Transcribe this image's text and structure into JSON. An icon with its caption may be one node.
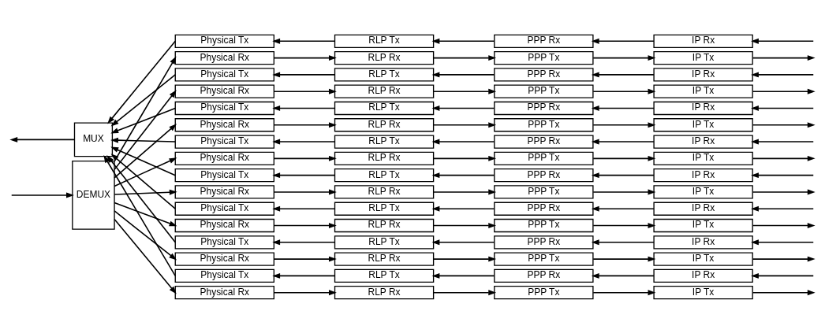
{
  "diagram": {
    "nodes": [
      {
        "text": [
          "MUX"
        ]
      },
      {
        "text": [
          "DEMUX"
        ]
      },
      {
        "text": [
          "Physical Tx"
        ]
      },
      {
        "text": [
          "RLP Tx"
        ]
      },
      {
        "text": [
          "PPP Rx"
        ]
      },
      {
        "text": [
          "IP Rx"
        ]
      },
      {
        "text": [
          "Physical Rx"
        ]
      },
      {
        "text": [
          "RLP Rx"
        ]
      },
      {
        "text": [
          "PPP Tx"
        ]
      },
      {
        "text": [
          "IP Tx"
        ]
      },
      {
        "text": [
          "Physical Tx"
        ]
      },
      {
        "text": [
          "RLP Tx"
        ]
      },
      {
        "text": [
          "PPP Rx"
        ]
      },
      {
        "text": [
          "IP Rx"
        ]
      },
      {
        "text": [
          "Physical Rx"
        ]
      },
      {
        "text": [
          "RLP Rx"
        ]
      },
      {
        "text": [
          "PPP Tx"
        ]
      },
      {
        "text": [
          "IP Tx"
        ]
      },
      {
        "text": [
          "Physical Tx"
        ]
      },
      {
        "text": [
          "RLP Tx"
        ]
      },
      {
        "text": [
          "PPP Rx"
        ]
      },
      {
        "text": [
          "IP Rx"
        ]
      },
      {
        "text": [
          "Physical Rx"
        ]
      },
      {
        "text": [
          "RLP Rx"
        ]
      },
      {
        "text": [
          "PPP Tx"
        ]
      },
      {
        "text": [
          "IP Tx"
        ]
      },
      {
        "text": [
          "Physical Tx"
        ]
      },
      {
        "text": [
          "RLP Tx"
        ]
      },
      {
        "text": [
          "PPP Rx"
        ]
      },
      {
        "text": [
          "IP Rx"
        ]
      },
      {
        "text": [
          "Physical Rx"
        ]
      },
      {
        "text": [
          "RLP Rx"
        ]
      },
      {
        "text": [
          "PPP Tx"
        ]
      },
      {
        "text": [
          "IP Tx"
        ]
      },
      {
        "text": [
          "Physical Tx"
        ]
      },
      {
        "text": [
          "RLP Tx"
        ]
      },
      {
        "text": [
          "PPP Rx"
        ]
      },
      {
        "text": [
          "IP Rx"
        ]
      },
      {
        "text": [
          "Physical Rx"
        ]
      },
      {
        "text": [
          "RLP Rx"
        ]
      },
      {
        "text": [
          "PPP Tx"
        ]
      },
      {
        "text": [
          "IP Tx"
        ]
      },
      {
        "text": [
          "Physical Tx"
        ]
      },
      {
        "text": [
          "RLP Tx"
        ]
      },
      {
        "text": [
          "PPP Rx"
        ]
      },
      {
        "text": [
          "IP Rx"
        ]
      },
      {
        "text": [
          "Physical Rx"
        ]
      },
      {
        "text": [
          "RLP Rx"
        ]
      },
      {
        "text": [
          "PPP Tx"
        ]
      },
      {
        "text": [
          "IP Tx"
        ]
      },
      {
        "text": [
          "Physical Tx"
        ]
      },
      {
        "text": [
          "RLP Tx"
        ]
      },
      {
        "text": [
          "PPP Rx"
        ]
      },
      {
        "text": [
          "IP Rx"
        ]
      },
      {
        "text": [
          "Physical Rx"
        ]
      },
      {
        "text": [
          "RLP Rx"
        ]
      },
      {
        "text": [
          "PPP Tx"
        ]
      },
      {
        "text": [
          "IP Tx"
        ]
      },
      {
        "text": [
          "Physical Tx"
        ]
      },
      {
        "text": [
          "RLP Tx"
        ]
      },
      {
        "text": [
          "PPP Rx"
        ]
      },
      {
        "text": [
          "IP Rx"
        ]
      },
      {
        "text": [
          "Physical Rx"
        ]
      },
      {
        "text": [
          "RLP Rx"
        ]
      },
      {
        "text": [
          "PPP Tx"
        ]
      },
      {
        "text": [
          "IP Tx"
        ]
      }
    ],
    "edges": [
      {
        "from": 0,
        "to": null,
        "arrow": "to"
      },
      {
        "from": null,
        "to": 1,
        "arrow": "to"
      },
      {
        "from": 2,
        "to": 0,
        "arrow": "to"
      },
      {
        "from": 3,
        "to": 2,
        "arrow": "to"
      },
      {
        "from": 4,
        "to": 3,
        "arrow": "to"
      },
      {
        "from": 5,
        "to": 4,
        "arrow": "to"
      },
      {
        "from": null,
        "to": 5,
        "arrow": "to"
      },
      {
        "from": 1,
        "to": 6,
        "arrow": "to"
      },
      {
        "from": 6,
        "to": 7,
        "arrow": "to"
      },
      {
        "from": 7,
        "to": 8,
        "arrow": "to"
      },
      {
        "from": 8,
        "to": 9,
        "arrow": "to"
      },
      {
        "from": 9,
        "to": null,
        "arrow": "to"
      },
      {
        "from": 10,
        "to": 0,
        "arrow": "to"
      },
      {
        "from": 11,
        "to": 10,
        "arrow": "to"
      },
      {
        "from": 12,
        "to": 11,
        "arrow": "to"
      },
      {
        "from": 13,
        "to": 12,
        "arrow": "to"
      },
      {
        "from": null,
        "to": 13,
        "arrow": "to"
      },
      {
        "from": 1,
        "to": 14,
        "arrow": "to"
      },
      {
        "from": 14,
        "to": 15,
        "arrow": "to"
      },
      {
        "from": 15,
        "to": 16,
        "arrow": "to"
      },
      {
        "from": 16,
        "to": 17,
        "arrow": "to"
      },
      {
        "from": 17,
        "to": null,
        "arrow": "to"
      },
      {
        "from": 18,
        "to": 0,
        "arrow": "to"
      },
      {
        "from": 19,
        "to": 18,
        "arrow": "to"
      },
      {
        "from": 20,
        "to": 19,
        "arrow": "to"
      },
      {
        "from": 21,
        "to": 20,
        "arrow": "to"
      },
      {
        "from": null,
        "to": 21,
        "arrow": "to"
      },
      {
        "from": 1,
        "to": 22,
        "arrow": "to"
      },
      {
        "from": 22,
        "to": 23,
        "arrow": "to"
      },
      {
        "from": 23,
        "to": 24,
        "arrow": "to"
      },
      {
        "from": 24,
        "to": 25,
        "arrow": "to"
      },
      {
        "from": 25,
        "to": null,
        "arrow": "to"
      },
      {
        "from": 26,
        "to": 0,
        "arrow": "to"
      },
      {
        "from": 27,
        "to": 26,
        "arrow": "to"
      },
      {
        "from": 28,
        "to": 27,
        "arrow": "to"
      },
      {
        "from": 29,
        "to": 28,
        "arrow": "to"
      },
      {
        "from": null,
        "to": 29,
        "arrow": "to"
      },
      {
        "from": 1,
        "to": 30,
        "arrow": "to"
      },
      {
        "from": 30,
        "to": 31,
        "arrow": "to"
      },
      {
        "from": 31,
        "to": 32,
        "arrow": "to"
      },
      {
        "from": 32,
        "to": 33,
        "arrow": "to"
      },
      {
        "from": 33,
        "to": null,
        "arrow": "to"
      },
      {
        "from": 34,
        "to": 0,
        "arrow": "to"
      },
      {
        "from": 35,
        "to": 34,
        "arrow": "to"
      },
      {
        "from": 36,
        "to": 35,
        "arrow": "to"
      },
      {
        "from": 37,
        "to": 36,
        "arrow": "to"
      },
      {
        "from": null,
        "to": 37,
        "arrow": "to"
      },
      {
        "from": 1,
        "to": 38,
        "arrow": "to"
      },
      {
        "from": 38,
        "to": 39,
        "arrow": "to"
      },
      {
        "from": 39,
        "to": 40,
        "arrow": "to"
      },
      {
        "from": 40,
        "to": 41,
        "arrow": "to"
      },
      {
        "from": 41,
        "to": null,
        "arrow": "to"
      },
      {
        "from": 42,
        "to": 0,
        "arrow": "to"
      },
      {
        "from": 43,
        "to": 42,
        "arrow": "to"
      },
      {
        "from": 44,
        "to": 43,
        "arrow": "to"
      },
      {
        "from": 45,
        "to": 44,
        "arrow": "to"
      },
      {
        "from": null,
        "to": 45,
        "arrow": "to"
      },
      {
        "from": 1,
        "to": 46,
        "arrow": "to"
      },
      {
        "from": 46,
        "to": 47,
        "arrow": "to"
      },
      {
        "from": 47,
        "to": 48,
        "arrow": "to"
      },
      {
        "from": 48,
        "to": 49,
        "arrow": "to"
      },
      {
        "from": 49,
        "to": null,
        "arrow": "to"
      },
      {
        "from": 50,
        "to": 0,
        "arrow": "to"
      },
      {
        "from": 51,
        "to": 50,
        "arrow": "to"
      },
      {
        "from": 52,
        "to": 51,
        "arrow": "to"
      },
      {
        "from": 53,
        "to": 52,
        "arrow": "to"
      },
      {
        "from": null,
        "to": 53,
        "arrow": "to"
      },
      {
        "from": 1,
        "to": 54,
        "arrow": "to"
      },
      {
        "from": 54,
        "to": 55,
        "arrow": "to"
      },
      {
        "from": 55,
        "to": 56,
        "arrow": "to"
      },
      {
        "from": 56,
        "to": 57,
        "arrow": "to"
      },
      {
        "from": 57,
        "to": null,
        "arrow": "to"
      },
      {
        "from": 58,
        "to": 0,
        "arrow": "to"
      },
      {
        "from": 59,
        "to": 58,
        "arrow": "to"
      },
      {
        "from": 60,
        "to": 59,
        "arrow": "to"
      },
      {
        "from": 61,
        "to": 60,
        "arrow": "to"
      },
      {
        "from": null,
        "to": 61,
        "arrow": "to"
      },
      {
        "from": 1,
        "to": 62,
        "arrow": "to"
      },
      {
        "from": 62,
        "to": 63,
        "arrow": "to"
      },
      {
        "from": 63,
        "to": 64,
        "arrow": "to"
      },
      {
        "from": 64,
        "to": 65,
        "arrow": "to"
      },
      {
        "from": 65,
        "to": null,
        "arrow": "to"
      }
    ]
  }
}
